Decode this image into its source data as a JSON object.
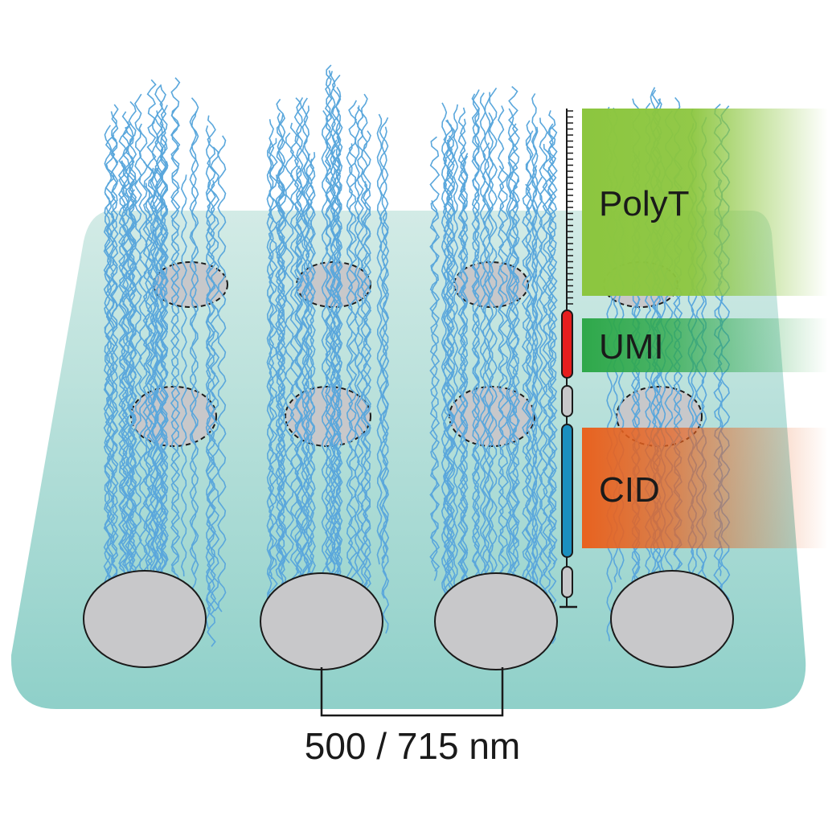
{
  "colors": {
    "slide_top": "#d3ebe6",
    "slide_bottom": "#8fd0c9",
    "spot_fill": "#c8c8ca",
    "strand": "#5aa7dc",
    "polyt": "#8cc63f",
    "umi": "#2ea84a",
    "cid": "#e8621f",
    "umi_segment": "#e61e1e",
    "cid_segment": "#1a8fbf",
    "spacer_segment": "#c8c8ca"
  },
  "labels": {
    "polyt": "PolyT",
    "umi": "UMI",
    "cid": "CID",
    "scale": "500 / 715 nm"
  }
}
